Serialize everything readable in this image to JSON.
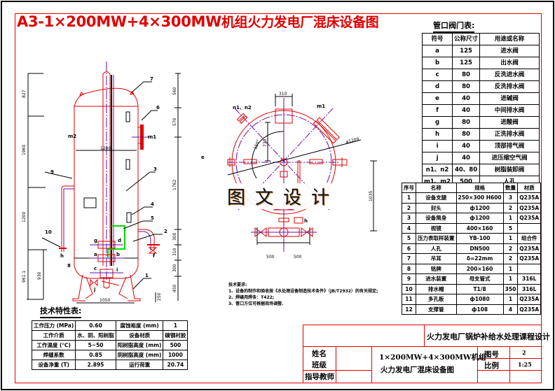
{
  "title": {
    "prefix": "A3-1×200MW+4×300MW",
    "cn": "机组火力发电厂混床设备图"
  },
  "valve_table": {
    "caption": "管口阀门表:",
    "headers": [
      "符号",
      "公称尺寸",
      "用途或名称"
    ],
    "rows": [
      [
        "a",
        "125",
        "进水阀"
      ],
      [
        "b",
        "125",
        "出水阀"
      ],
      [
        "c",
        "80",
        "反洗进水阀"
      ],
      [
        "d",
        "80",
        "反洗排水阀"
      ],
      [
        "e",
        "40",
        "进碱阀"
      ],
      [
        "f",
        "40",
        "中间排水阀"
      ],
      [
        "g",
        "80",
        "进酸阀"
      ],
      [
        "h",
        "80",
        "正洗排水阀"
      ],
      [
        "i",
        "40",
        "顶部排气阀"
      ],
      [
        "j",
        "40",
        "进压缩空气阀"
      ],
      [
        "n1、n2",
        "40、80",
        "树脂装卸阀"
      ],
      [
        "m1、m2",
        "500",
        "人孔"
      ]
    ]
  },
  "parts_table": {
    "headers": [
      "序号",
      "名称",
      "规格",
      "数量",
      "材质"
    ],
    "rows": [
      [
        "1",
        "设备支腿",
        "250×300 H600",
        "3",
        "Q235A"
      ],
      [
        "2",
        "封头",
        "ф1200",
        "2",
        "Q235A"
      ],
      [
        "3",
        "设备简身",
        "ф1200",
        "1",
        "Q235A"
      ],
      [
        "4",
        "视镜",
        "400×160",
        "5",
        ""
      ],
      [
        "5",
        "压力表取样装置",
        "YB-100",
        "1",
        "组合件"
      ],
      [
        "6",
        "人孔",
        "DN500",
        "2",
        "Q235A"
      ],
      [
        "7",
        "吊耳",
        "δ=22mm",
        "2",
        "Q235A"
      ],
      [
        "8",
        "铭牌",
        "200×160",
        "1",
        ""
      ],
      [
        "9",
        "进水装置",
        "母支管式",
        "1",
        "316L"
      ],
      [
        "10",
        "排水帽",
        "T1/8",
        "350",
        "316L"
      ],
      [
        "11",
        "多孔板",
        "ф1080",
        "1",
        "Q235A"
      ],
      [
        "12",
        "支撑管",
        "ф108",
        "4",
        "Q235A"
      ]
    ]
  },
  "tech_table": {
    "caption": "技术特性表:",
    "rows": [
      [
        "工作压力 (MPa)",
        "0.60",
        "腐蚀裕度 (mm)",
        "1"
      ],
      [
        "工作介质",
        "水、阴、阳树脂",
        "设备材质",
        "碳钢衬胶"
      ],
      [
        "工作温度 (℃)",
        "5~50",
        "阳树脂高度 (mm)",
        "500"
      ],
      [
        "焊缝系数",
        "0.85",
        "阴树脂高度 (mm)",
        "1000"
      ],
      [
        "设备净重 (T)",
        "2.895",
        "运行荷重",
        "20.74"
      ]
    ]
  },
  "notes": {
    "heading": "技术要求:",
    "lines": [
      "1、设备的制作和验收按《水处理设备制造技术条件》（JB/T2932）的有关规定;",
      "2、焊缝用焊条：T422;",
      "3、管口方位可根据现场调整."
    ]
  },
  "watermark": "图文设计",
  "elevation_dims": {
    "top_left": "827",
    "mid_left": "1960",
    "lower_left": "1200",
    "outer_bottom": "961.1",
    "inner_bottom": "930",
    "diameter": "1200",
    "base_width": "1050",
    "right_top": "560",
    "right_mid1": "570",
    "right_long": "1762",
    "right_300a": "300",
    "right_310": "310",
    "right_300b": "300",
    "right_450": "450",
    "right_250": "250"
  },
  "plan_dims": {
    "top_width": "310",
    "radius": "730",
    "angle": "150°",
    "diameter": "φ1209",
    "left_500": "500",
    "right_500": "500",
    "height_1035": "1035",
    "label_n": "n1、n2",
    "label_m": "m1",
    "label_h": "h"
  },
  "elevation_labels": {
    "l7": "7",
    "l6": "6",
    "l9": "9",
    "l3": "3",
    "l4": "4",
    "l5": "5",
    "l2": "2",
    "l10": "10",
    "l1": "1",
    "l8": "8",
    "m2": "m2",
    "m1": "m1",
    "e": "e",
    "g": "g",
    "d": "d",
    "a": "a",
    "b": "b",
    "c": "c",
    "h": "h",
    "j": "j",
    "f": "f",
    "i": "i"
  },
  "titleblock": {
    "course": "火力发电厂锅炉补给水处理课程设计",
    "name_label": "姓名",
    "class_label": "班级",
    "advisor_label": "指导教师",
    "drawing_title_1": "1×200MW+4×300MW机组",
    "drawing_title_2": "火力发电厂混床设备图",
    "drawing_no_label": "图号",
    "drawing_no": "2",
    "scale_label": "比例",
    "scale": "1:25"
  },
  "colors": {
    "vessel": "#e00000",
    "centerline": "#6a0dad",
    "pipe_green": "#00dd00",
    "frame": "#e00000",
    "dim": "#000000"
  }
}
